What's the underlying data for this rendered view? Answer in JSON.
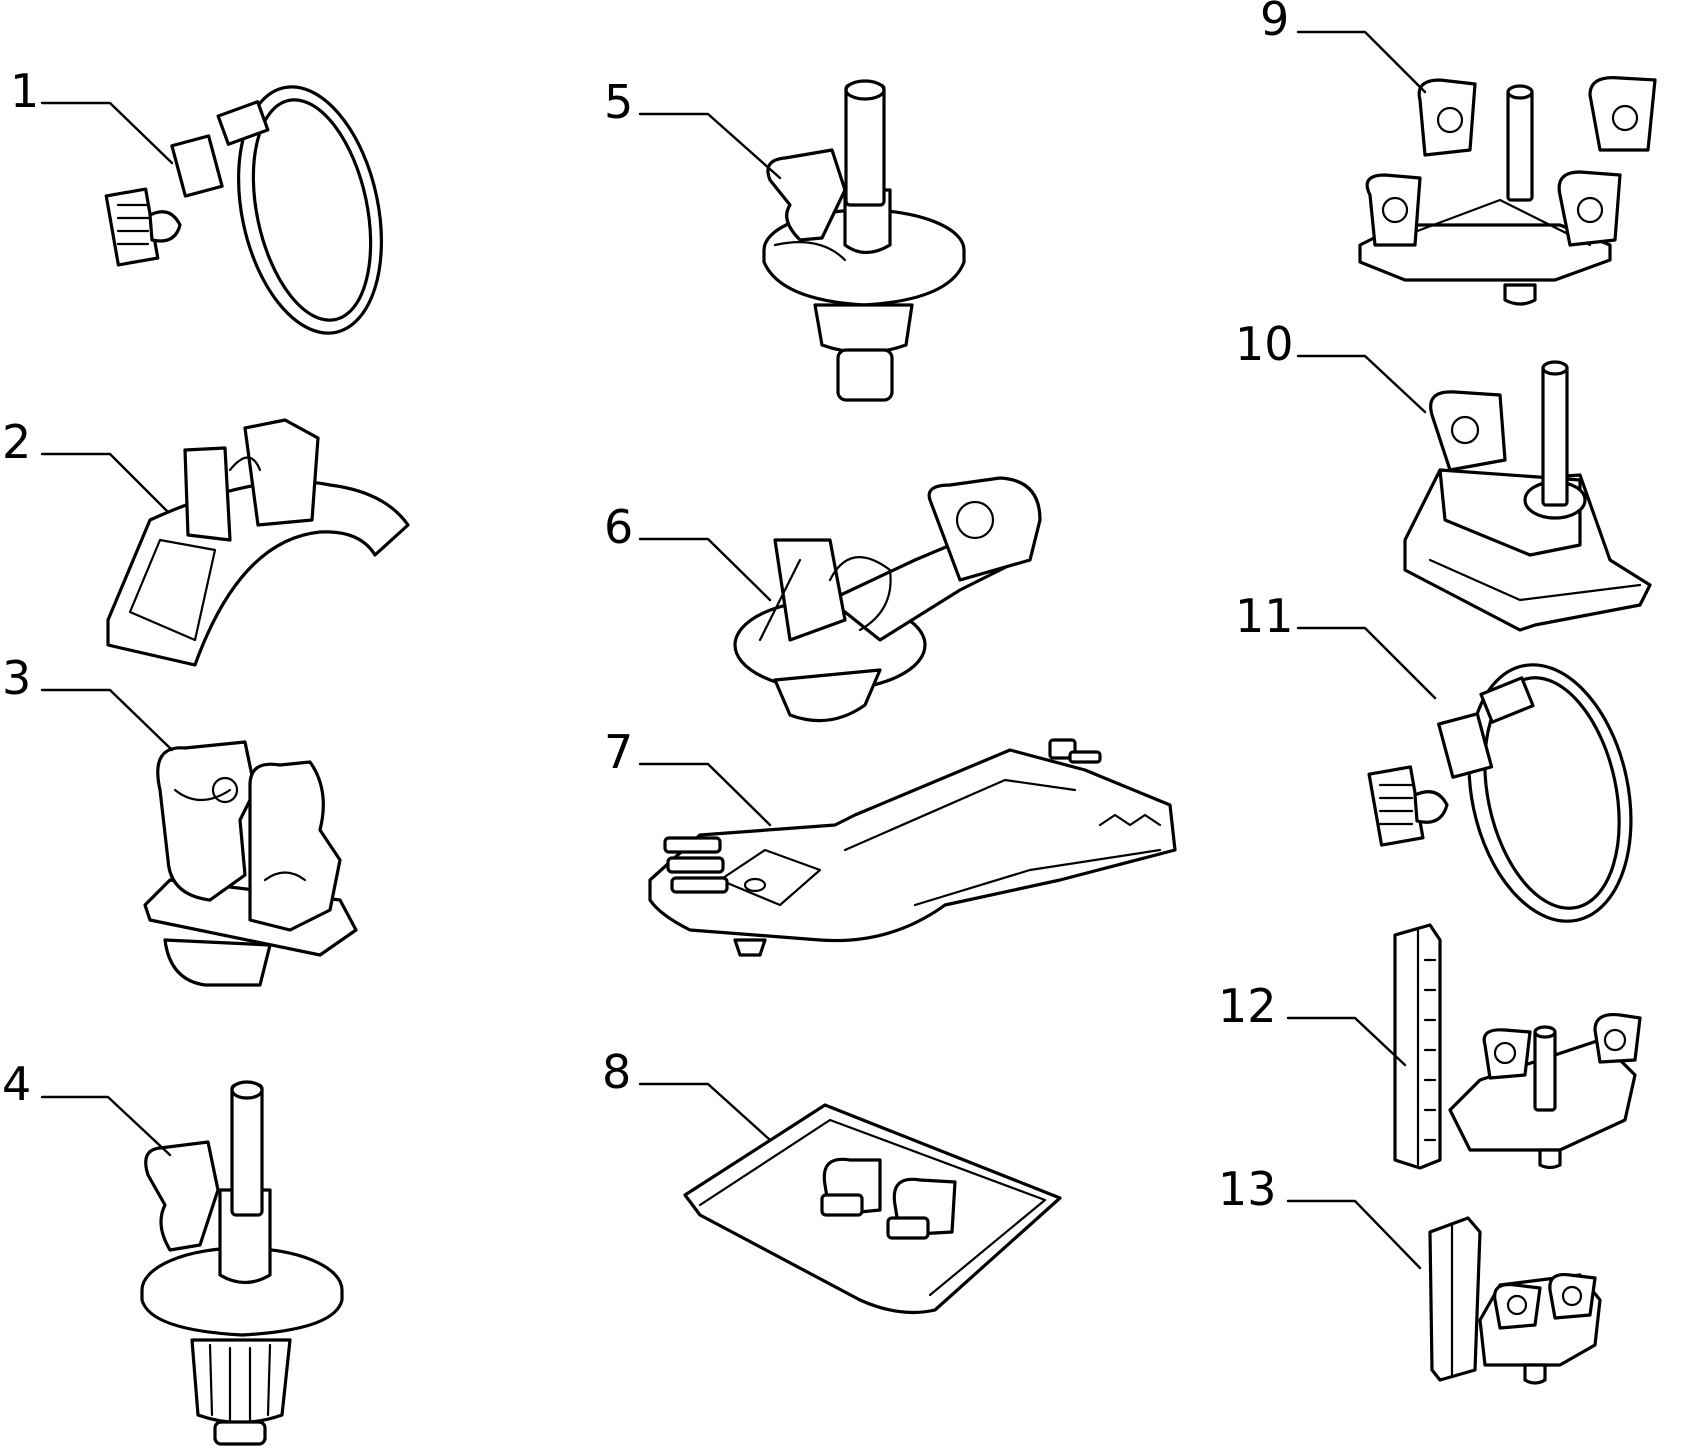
{
  "parts": [
    {
      "number": "1",
      "icon": "hose-clamp-band-icon"
    },
    {
      "number": "2",
      "icon": "arched-clip-icon"
    },
    {
      "number": "3",
      "icon": "double-pipe-clip-icon"
    },
    {
      "number": "4",
      "icon": "pin-mount-clip-ribbed-icon"
    },
    {
      "number": "5",
      "icon": "pin-mount-clip-icon"
    },
    {
      "number": "6",
      "icon": "multi-clip-bracket-icon"
    },
    {
      "number": "7",
      "icon": "long-channel-bracket-icon"
    },
    {
      "number": "8",
      "icon": "tray-with-clips-icon"
    },
    {
      "number": "9",
      "icon": "octagonal-multi-clip-icon"
    },
    {
      "number": "10",
      "icon": "base-with-clip-icon"
    },
    {
      "number": "11",
      "icon": "hose-clamp-band-icon"
    },
    {
      "number": "12",
      "icon": "comb-bracket-with-clips-icon"
    },
    {
      "number": "13",
      "icon": "side-bracket-with-clips-icon"
    }
  ]
}
